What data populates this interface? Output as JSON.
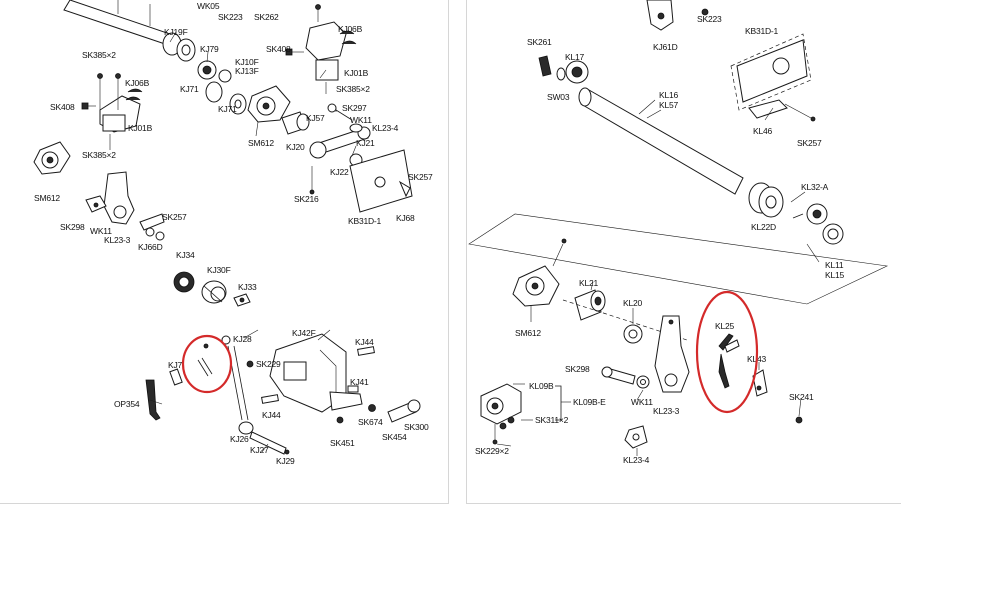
{
  "diagram": {
    "highlight_color": "#d42a2a",
    "left_panel": {
      "labels": [
        "WK05",
        "SK223",
        "SK262",
        "KJ06B",
        "KJ19F",
        "KJ79",
        "SK408",
        "KJ01B",
        "SK385×2",
        "KJ06B",
        "KJ10F",
        "KJ13F",
        "SK408",
        "KJ01B",
        "SK385×2",
        "KJ71",
        "KJ71",
        "SK297",
        "SM612",
        "KJ57",
        "WK11",
        "KL23-4",
        "SK385×2",
        "KJ20",
        "KJ21",
        "SM612",
        "KJ22",
        "SK257",
        "SK216",
        "KB31D-1",
        "KJ68",
        "SK257",
        "SK298",
        "WK11",
        "KL23-3",
        "KJ66D",
        "KJ34",
        "KJ30F",
        "KJ33",
        "KJ28",
        "KJ42F",
        "KJ44",
        "KJ7",
        "SK229",
        "KJ41",
        "OP354",
        "KJ44",
        "SK674",
        "SK300",
        "KJ26",
        "SK451",
        "SK454",
        "KJ27",
        "KJ29"
      ]
    },
    "right_panel": {
      "labels": [
        "SK223",
        "KJ61D",
        "KB31D-1",
        "SK261",
        "KL17",
        "SW03",
        "KL16",
        "KL57",
        "KL46",
        "SK257",
        "KL32-A",
        "KL22D",
        "KL11",
        "KL15",
        "KL21",
        "SM612",
        "KL20",
        "KL25",
        "KL43",
        "KL09B",
        "SK298",
        "KL09B-E",
        "SK241",
        "SK311×2",
        "WK11",
        "KL23-3",
        "SK229×2",
        "KL23-4"
      ]
    }
  }
}
